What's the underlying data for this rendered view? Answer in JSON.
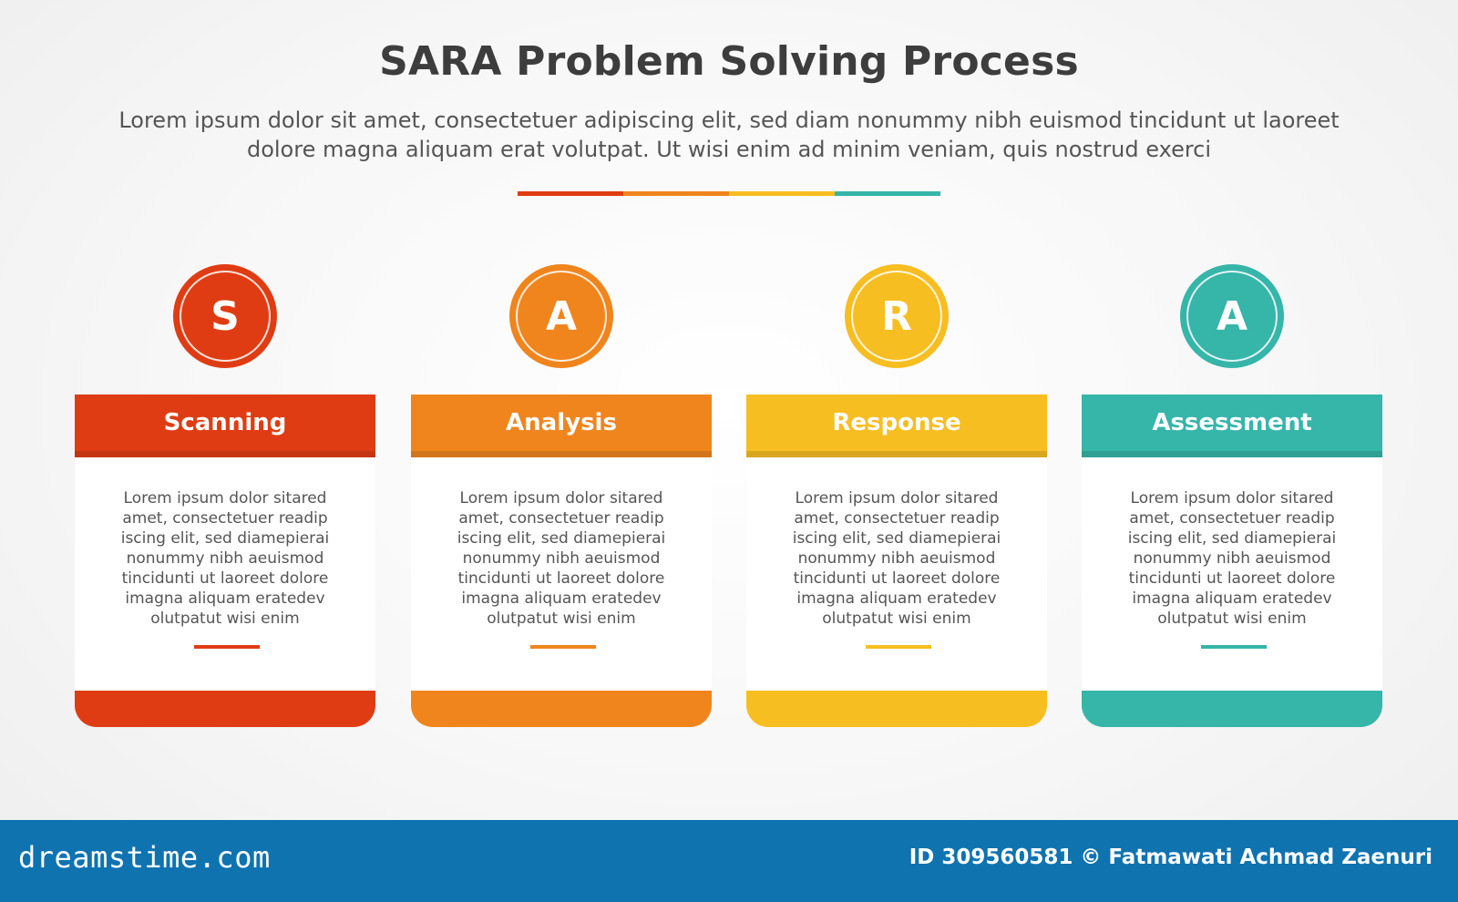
{
  "title": "SARA Problem Solving Process",
  "subtitle": "Lorem ipsum dolor sit amet, consectetuer adipiscing elit, sed diam nonummy nibh euismod tincidunt ut laoreet dolore magna aliquam erat volutpat. Ut wisi enim ad minim veniam, quis nostrud exerci",
  "colors": {
    "red": "#e03c13",
    "orange": "#f0851e",
    "yellow": "#f7be21",
    "teal": "#36b5a9"
  },
  "steps": [
    {
      "letter": "S",
      "label": "Scanning",
      "color": "#e03c13",
      "text": "Lorem ipsum dolor sitared amet, consectetuer readip iscing elit, sed diamepierai nonummy nibh  aeuismod tincidunti ut laoreet dolore imagna aliquam eratedev olutpatut wisi enim"
    },
    {
      "letter": "A",
      "label": "Analysis",
      "color": "#f0851e",
      "text": "Lorem ipsum dolor sitared amet, consectetuer readip iscing elit, sed diamepierai nonummy nibh  aeuismod tincidunti ut laoreet dolore imagna aliquam eratedev olutpatut wisi enim"
    },
    {
      "letter": "R",
      "label": "Response",
      "color": "#f7be21",
      "text": "Lorem ipsum dolor sitared amet, consectetuer readip iscing elit, sed diamepierai nonummy nibh  aeuismod tincidunti ut laoreet dolore imagna aliquam eratedev olutpatut wisi enim"
    },
    {
      "letter": "A",
      "label": "Assessment",
      "color": "#36b5a9",
      "text": "Lorem ipsum dolor sitared amet, consectetuer readip iscing elit, sed diamepierai nonummy nibh  aeuismod tincidunti ut laoreet dolore imagna aliquam eratedev olutpatut wisi enim"
    }
  ],
  "watermark": {
    "logo": "dreamstime.com",
    "credit": "ID 309560581 © Fatmawati  Achmad Zaenuri"
  }
}
